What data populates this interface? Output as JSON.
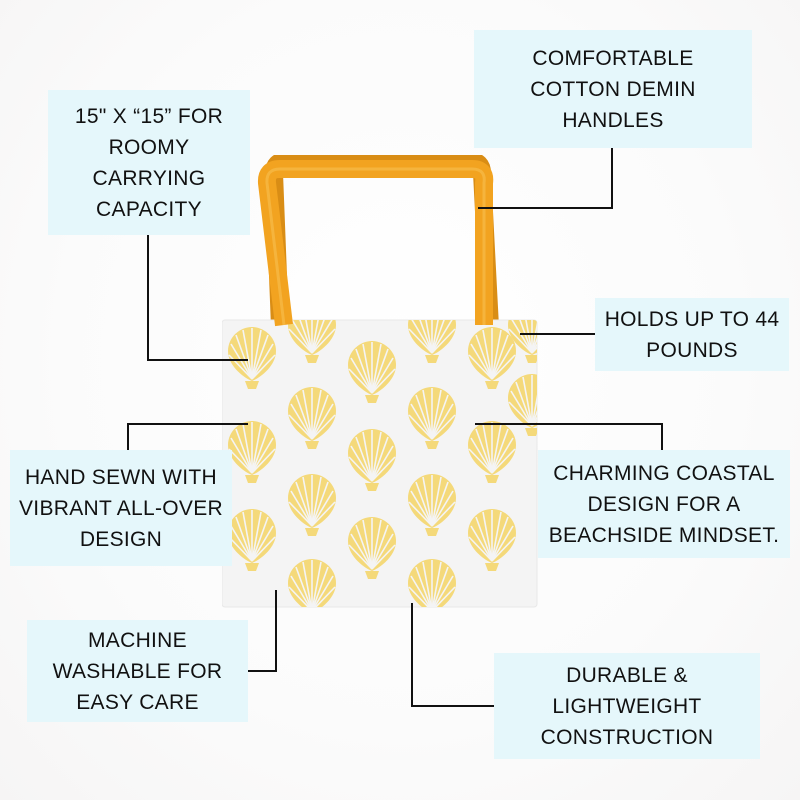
{
  "colors": {
    "callout_bg": "#e5f7fb",
    "handle": "#f2a320",
    "bag_body": "#f4f4f4",
    "shell": "#f4d97a",
    "line": "#111111"
  },
  "product": {
    "icon": "tote-bag-icon",
    "pattern_icon": "seashell-icon"
  },
  "callouts": {
    "size": "15\" X “15” FOR\nROOMY\nCARRYING\nCAPACITY",
    "handles": "COMFORTABLE\nCOTTON DEMIN\nHANDLES",
    "weight": "HOLDS UP TO 44\nPOUNDS",
    "sewn": "HAND SEWN WITH\nVIBRANT ALL-OVER\nDESIGN",
    "coastal": "CHARMING COASTAL\nDESIGN FOR A\nBEACHSIDE MINDSET.",
    "washable": "MACHINE\nWASHABLE FOR\nEASY CARE",
    "durable": "DURABLE &\nLIGHTWEIGHT\nCONSTRUCTION"
  }
}
